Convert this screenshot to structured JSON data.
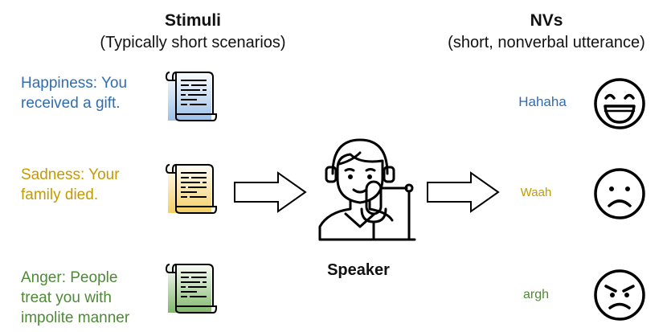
{
  "left_header": {
    "title": "Stimuli",
    "subtitle": "(Typically short scenarios)"
  },
  "right_header": {
    "title": "NVs",
    "subtitle": "(short, nonverbal utterance)"
  },
  "stimuli": [
    {
      "lines": [
        "Happiness: You",
        "received a gift."
      ],
      "color": "#2f6db2",
      "doc_gradient": [
        "#ffffff",
        "#9cc0e8"
      ]
    },
    {
      "lines": [
        "Sadness: Your",
        "family died."
      ],
      "color": "#c49a00",
      "doc_gradient": [
        "#ffffff",
        "#f4cf63"
      ]
    },
    {
      "lines": [
        "Anger: People",
        "treat you with",
        "impolite manner"
      ],
      "color": "#4d8a34",
      "doc_gradient": [
        "#ffffff",
        "#7fb86a"
      ]
    }
  ],
  "speaker": {
    "label": "Speaker",
    "icon": "speaker-with-microphone-icon"
  },
  "nvs": [
    {
      "text": "Hahaha",
      "color": "#2f6db2",
      "icon": "laughing-face-icon"
    },
    {
      "text": "Waah",
      "color": "#c49a00",
      "icon": "sad-face-icon"
    },
    {
      "text": "argh",
      "color": "#4d8a34",
      "icon": "angry-face-icon"
    }
  ]
}
